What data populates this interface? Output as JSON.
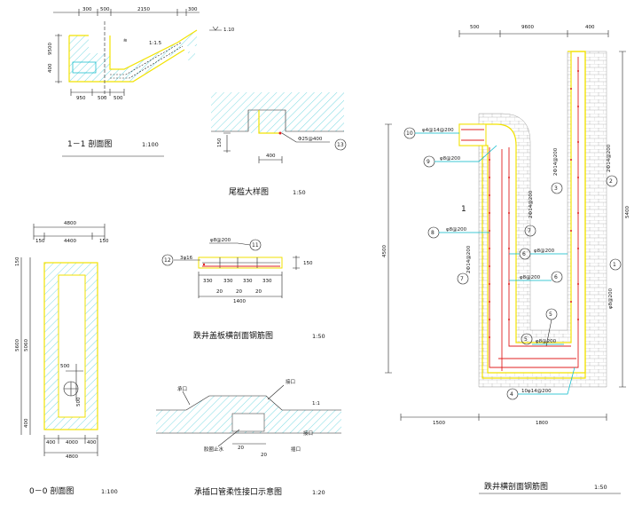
{
  "sections": {
    "s11": {
      "title": "1－1 剖面图",
      "scale": "1:100",
      "dims_top": [
        "300",
        "500",
        "2150",
        "300"
      ],
      "dims_left": [
        "9500",
        "400"
      ],
      "dims_bottom": [
        "950",
        "500",
        "500"
      ],
      "slope": "1:1.5",
      "level": "1.10"
    },
    "tail": {
      "title": "尾槛大样图",
      "scale": "1:50",
      "dims": [
        "150",
        "400"
      ],
      "rebar": "Φ25@400",
      "tag": "13"
    },
    "s00": {
      "title": "0－0 剖面图",
      "scale": "1:100",
      "dims_top": [
        "4800",
        "150",
        "4400",
        "150"
      ],
      "dims_left": [
        "150",
        "5600",
        "5060",
        "400"
      ],
      "dims_inner": [
        "500",
        "500"
      ],
      "dims_bottom": [
        "400",
        "4000",
        "400",
        "4800"
      ]
    },
    "cover": {
      "title": "跌井盖板横剖面钢筋图",
      "scale": "1:50",
      "rebar_top": "φ8@200",
      "rebar_left": "3φ16",
      "tag_top": "11",
      "tag_left": "12",
      "dim_right": "150",
      "dims_bottom": [
        "330",
        "330",
        "330",
        "330"
      ],
      "dims_gap": [
        "20",
        "20",
        "20"
      ],
      "dim_total": "1400"
    },
    "joint": {
      "title": "承插口管柔性接口示意图",
      "scale": "1:20",
      "labels": [
        "承口",
        "接口",
        "1:1",
        "胶圈止水",
        "插口",
        "接口",
        "20",
        "20"
      ]
    },
    "drop": {
      "title": "跌井横剖面钢筋图",
      "scale": "1:50",
      "dims_top": [
        "500",
        "9600",
        "400"
      ],
      "dim_left": "4500",
      "dim_right": "5400",
      "dims_bottom": [
        "1500",
        "1800"
      ],
      "section_mark": "1",
      "callouts": [
        {
          "tag": "10",
          "text": "φ4@14@200"
        },
        {
          "tag": "9",
          "text": "φ8@200"
        },
        {
          "tag": "8",
          "text": "φ8@200"
        },
        {
          "tag": "7",
          "text": "2Ф14@200"
        },
        {
          "tag": "7",
          "text": "2Ф14@200"
        },
        {
          "tag": "6",
          "text": "φ8@200"
        },
        {
          "tag": "6",
          "text": "φ8@200"
        },
        {
          "tag": "5",
          "text": "φ8@200"
        },
        {
          "tag": "2",
          "text": "2Ф14@200"
        },
        {
          "tag": "1",
          "text": "φ8@200"
        },
        {
          "tag": "3",
          "text": "2Ф14@200"
        },
        {
          "tag": "4",
          "text": "10φ14@200"
        },
        {
          "tag": "5",
          "text": ""
        }
      ]
    }
  },
  "colors": {
    "hatch": "#00b8c8",
    "outline": "#f2e200",
    "rebar": "#e02020",
    "line": "#222222"
  }
}
